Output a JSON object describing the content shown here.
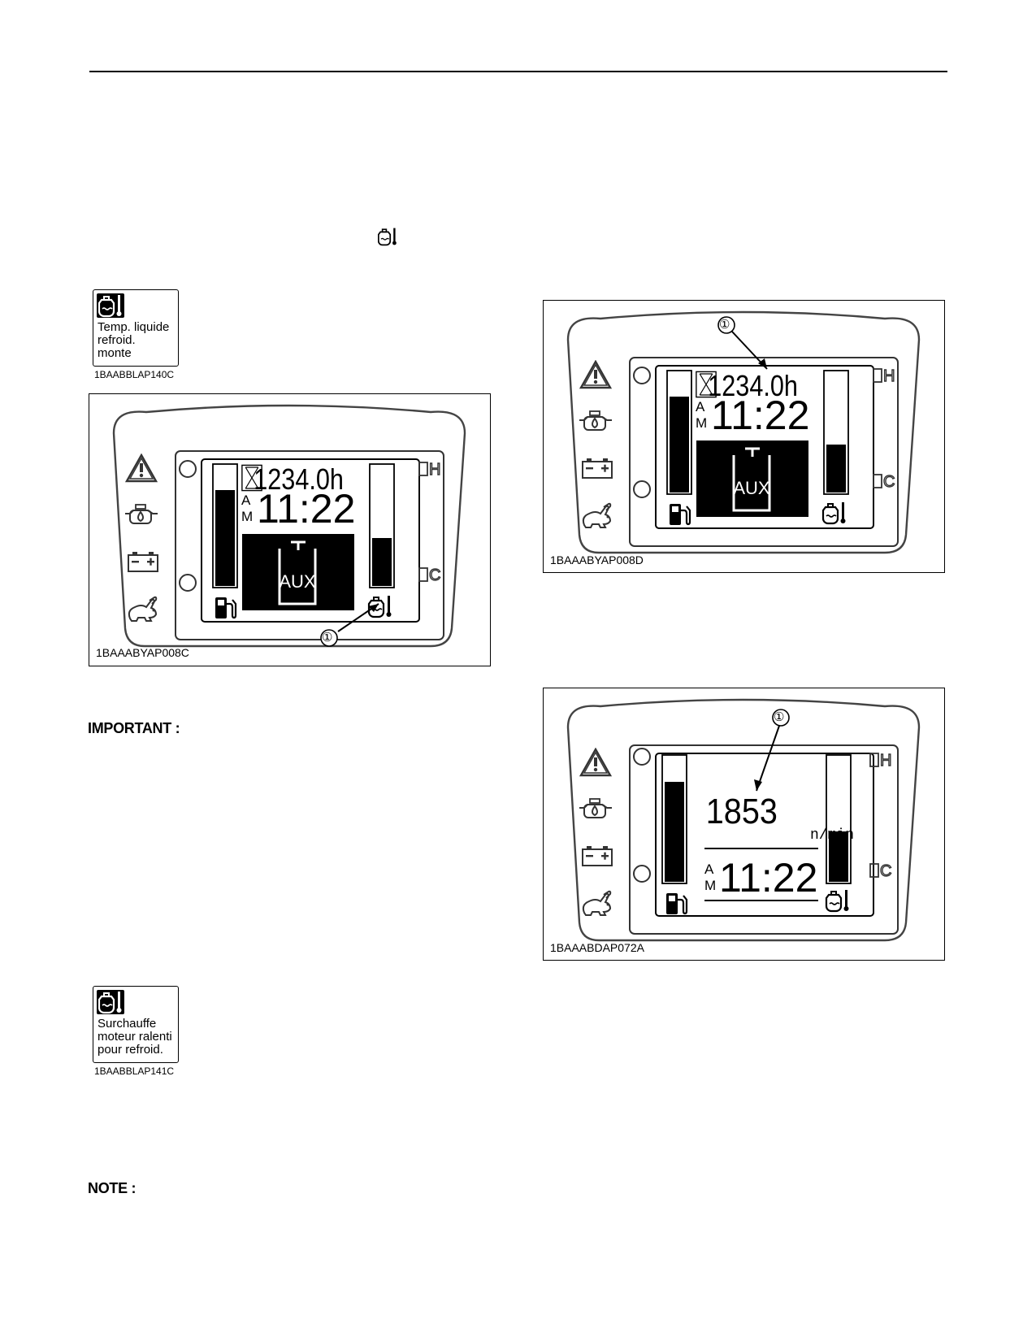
{
  "page": {
    "headings": {
      "important": "IMPORTANT :",
      "note": "NOTE :"
    }
  },
  "labels": [
    {
      "text": "Temp. liquide\nrefroid.\nmonte",
      "code": "1BAABBLAP140C"
    },
    {
      "text": "Surchauffe\nmoteur ralenti\npour refroid.",
      "code": "1BAABBLAP141C"
    }
  ],
  "figures": {
    "fig1": {
      "code": "1BAAABYAP008C",
      "hours": "1234.0h",
      "am_a": "A",
      "am_m": "M",
      "time": "11:22",
      "aux": "AUX",
      "callout": "①",
      "gauge_high": "H",
      "gauge_low": "C"
    },
    "fig2": {
      "code": "1BAAABYAP008D",
      "hours": "1234.0h",
      "am_a": "A",
      "am_m": "M",
      "time": "11:22",
      "aux": "AUX",
      "callout": "①",
      "gauge_high": "H",
      "gauge_low": "C"
    },
    "fig3": {
      "code": "1BAAABDAP072A",
      "rpm": "1853",
      "rpm_unit": "n/min",
      "am_a": "A",
      "am_m": "M",
      "time": "11:22",
      "callout": "①",
      "gauge_high": "H",
      "gauge_low": "C"
    }
  },
  "icons": {
    "inline": "coolant-temperature-icon",
    "panel": [
      "warning-triangle-icon",
      "oil-pressure-icon",
      "battery-charge-icon",
      "rabbit-speed-icon",
      "fuel-pump-icon",
      "coolant-temperature-icon"
    ]
  },
  "gauges": {
    "fig1": {
      "fuel_level": 0.8,
      "coolant_level": 0.4
    },
    "fig2": {
      "fuel_level": 0.8,
      "coolant_level": 0.4
    },
    "fig3": {
      "fuel_level": 0.8,
      "coolant_level": 0.4
    }
  }
}
